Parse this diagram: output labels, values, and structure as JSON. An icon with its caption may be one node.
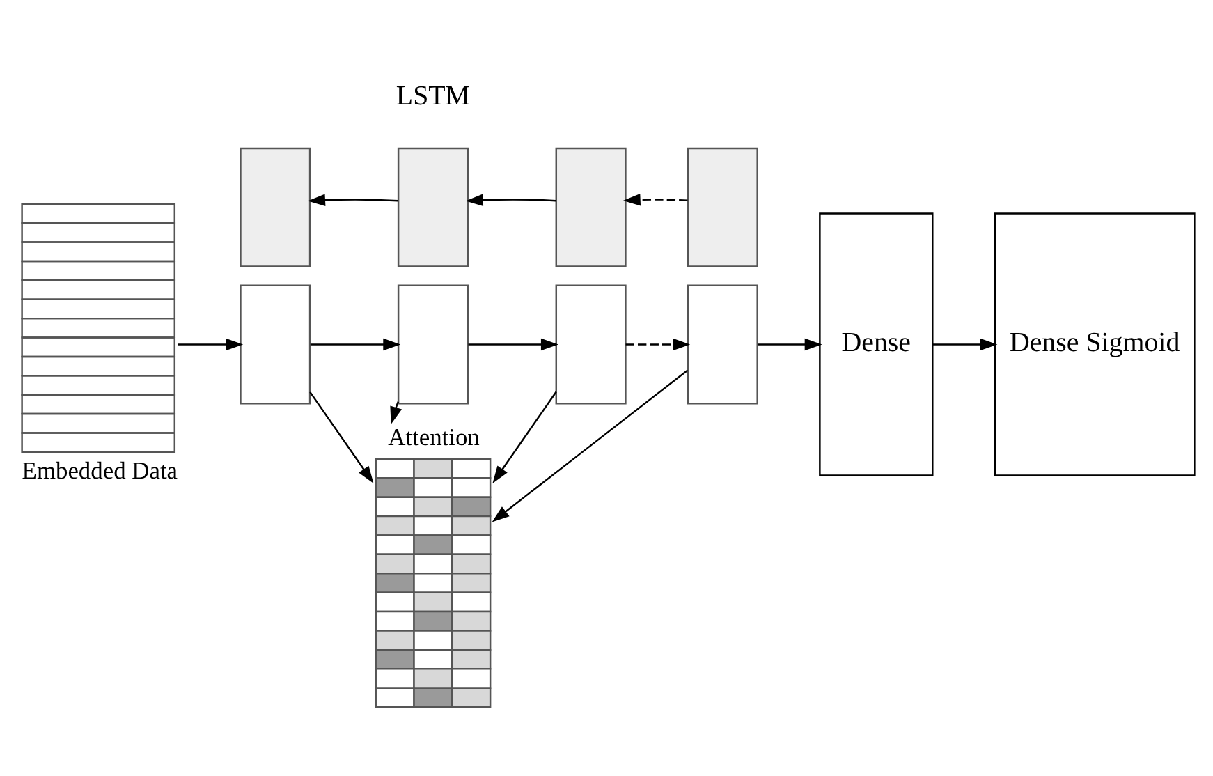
{
  "diagram": {
    "nodes": [
      {
        "text": [
          "Attention"
        ]
      },
      {
        "text": [
          "Embedded Data"
        ]
      },
      {
        "text": [],
        "shape": "box"
      },
      {
        "text": [],
        "shape": "box"
      },
      {
        "text": [],
        "shape": "box"
      },
      {
        "text": [],
        "shape": "box"
      },
      {
        "text": [],
        "shape": "box"
      },
      {
        "text": [],
        "shape": "box"
      },
      {
        "text": [],
        "shape": "box"
      },
      {
        "text": [],
        "shape": "box"
      },
      {
        "text": [
          "Dense"
        ]
      },
      {
        "text": [
          "Dense Sigmoid"
        ]
      }
    ],
    "edges": [
      {
        "from": 2,
        "to": 0,
        "arrow": "to"
      },
      {
        "from": 3,
        "to": 0,
        "arrow": "to"
      },
      {
        "from": 4,
        "to": 0,
        "arrow": "to"
      },
      {
        "from": 5,
        "to": 0,
        "arrow": "to"
      },
      {
        "from": 1,
        "to": 2,
        "arrow": "to"
      },
      {
        "from": 2,
        "to": 3,
        "arrow": "to"
      },
      {
        "from": 3,
        "to": 4,
        "arrow": "to"
      },
      {
        "from": 4,
        "to": 5,
        "arrow": "to",
        "style": "dashed"
      },
      {
        "from": 9,
        "to": 8,
        "arrow": "to",
        "style": "dashed"
      },
      {
        "from": 8,
        "to": 7,
        "arrow": "to"
      },
      {
        "from": 7,
        "to": 6,
        "arrow": "to"
      },
      {
        "from": 5,
        "to": 10,
        "arrow": "to"
      },
      {
        "from": 10,
        "to": 11,
        "arrow": "to"
      }
    ],
    "labels": [
      "LSTM"
    ]
  }
}
